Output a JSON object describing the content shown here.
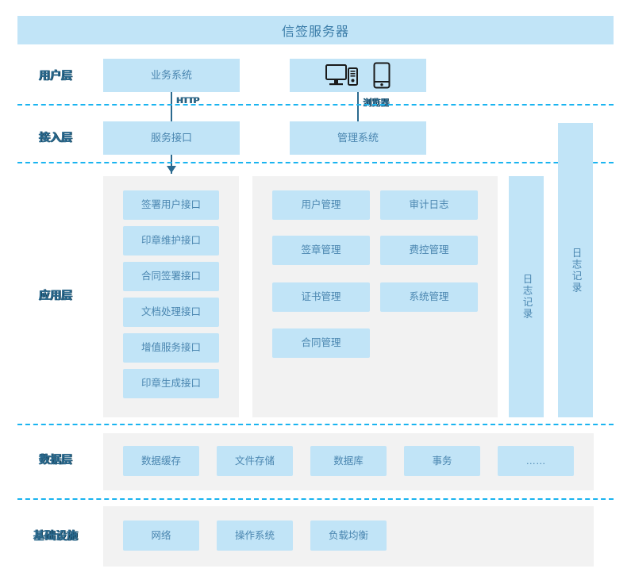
{
  "header": {
    "title": "信签服务器"
  },
  "layers": [
    {
      "id": "user",
      "label": "用户层"
    },
    {
      "id": "access",
      "label": "接入层"
    },
    {
      "id": "app",
      "label": "应用层"
    },
    {
      "id": "data",
      "label": "数据层"
    },
    {
      "id": "infra",
      "label": "基础设施"
    }
  ],
  "user_layer": {
    "business_system": "业务系统",
    "devices": {
      "desktop_icon": "desktop-computer-icon",
      "mobile_icon": "mobile-phone-icon"
    }
  },
  "edges": [
    {
      "id": "http",
      "label": "HTTP"
    },
    {
      "id": "browser",
      "label": "浏览器"
    }
  ],
  "access_layer": {
    "service_interface": "服务接口",
    "management_system": "管理系统"
  },
  "app_layer": {
    "interfaces": [
      "签署用户接口",
      "印章维护接口",
      "合同签署接口",
      "文档处理接口",
      "增值服务接口",
      "印章生成接口"
    ],
    "modules_left": [
      "用户管理",
      "签章管理",
      "证书管理",
      "合同管理"
    ],
    "modules_right": [
      "审计日志",
      "费控管理",
      "系统管理"
    ],
    "log_column_inner": "日志记录",
    "log_column_outer": "日志记录"
  },
  "data_layer": {
    "items": [
      "数据缓存",
      "文件存储",
      "数据库",
      "事务",
      "……"
    ]
  },
  "infra_layer": {
    "items": [
      "网络",
      "操作系统",
      "负载均衡"
    ]
  },
  "colors": {
    "box_fill": "#c1e4f7",
    "box_text": "#4a86b0",
    "panel_bg": "#f2f2f2",
    "divider": "#1ab4f0",
    "arrow": "#2b6a8f",
    "label_text": "#2b6a8f",
    "title_text": "#3a7ca8"
  }
}
